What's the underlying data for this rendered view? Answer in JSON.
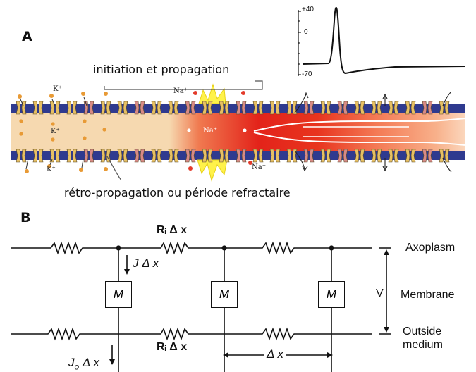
{
  "panel_a": {
    "label": "A",
    "caption_top": "initiation et propagation",
    "caption_bottom": "rétro-propagation ou période refractaire",
    "ions": {
      "k": "K⁺",
      "na": "Na⁺"
    },
    "action_potential": {
      "tick_top": "+40",
      "tick_mid": "0",
      "tick_bottom": "-70",
      "trace_color": "#111111"
    },
    "colors": {
      "membrane_blue": "#2f3a8f",
      "axon_fill": "#f6d9b0",
      "depolarized": "#e8241a",
      "spark": "#fff24a",
      "channel_gold": "#e7c063",
      "channel_red": "#d88a86"
    }
  },
  "panel_b": {
    "label": "B",
    "ri_top": "Rᵢ Δ x",
    "ri_bottom": "Rᵢ Δ x",
    "j_current": "J Δ x",
    "jo_current": "J",
    "jo_sub": "o",
    "jo_tail": "Δ x",
    "membrane_box": "M",
    "v_label": "V",
    "axoplasm": "Axoplasm",
    "membrane": "Membrane",
    "outside_1": "Outside",
    "outside_2": "medium",
    "delta_x": "Δ x"
  }
}
